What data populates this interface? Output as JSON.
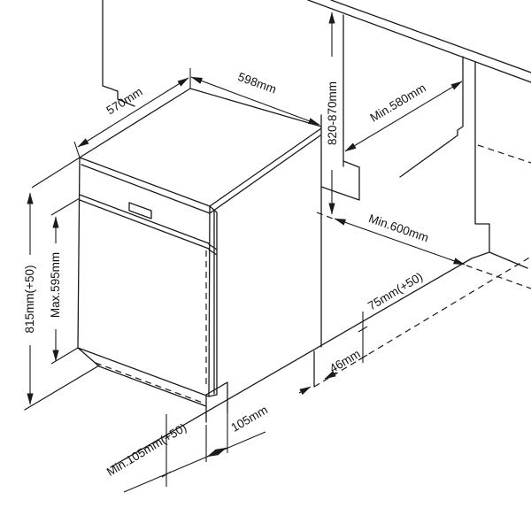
{
  "diagram": {
    "type": "appliance-installation-drawing",
    "subject": "built-in dishwasher niche dimensions",
    "colors": {
      "background": "#ffffff",
      "line": "#1a1a1a",
      "text": "#111111"
    }
  },
  "labels": {
    "dim_top_depth": "570mm",
    "dim_top_width": "598mm",
    "dim_niche_height": "820-870mm",
    "dim_niche_depth": "Min.580mm",
    "dim_niche_width": "Min.600mm",
    "dim_appliance_height": "815mm(+50)",
    "dim_door_max_height": "Max.595mm",
    "dim_plinth_clearance": "75mm(+50)",
    "dim_gap": "46mm",
    "dim_base_depth": "105mm",
    "dim_plinth_min_height": "Min.105mm(+50)"
  }
}
